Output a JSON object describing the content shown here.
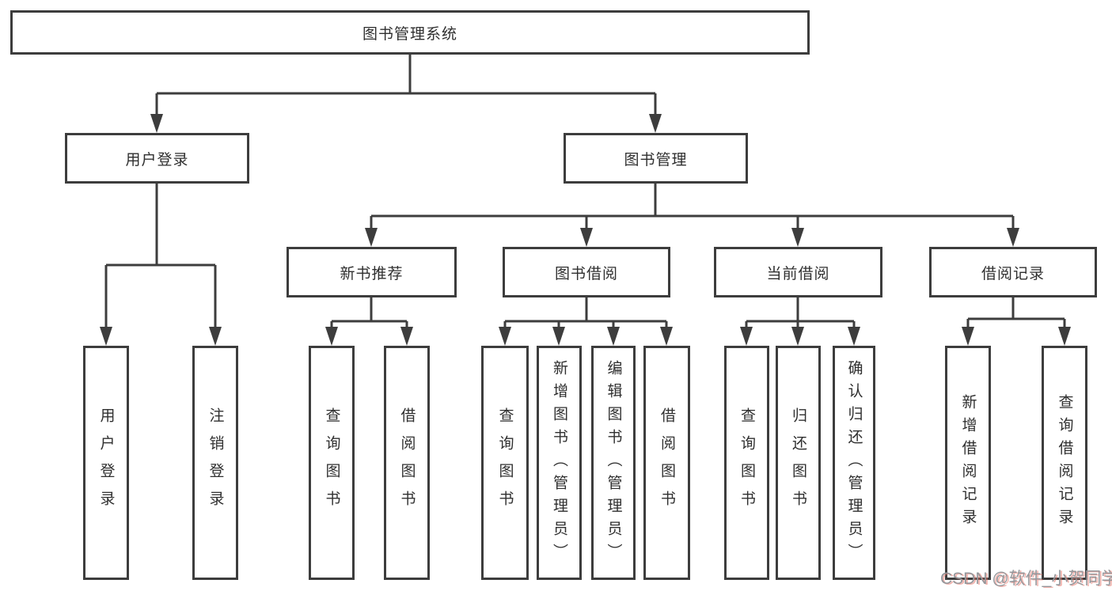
{
  "title": "图书管理系统",
  "colors": {
    "line": "#3d3d3d",
    "text": "#2f2f2f",
    "background": "#ffffff",
    "watermark_gray": "#95979b",
    "watermark_accent": "#e8756a"
  },
  "nodes": {
    "root": "图书管理系统",
    "user_login": "用户登录",
    "book_mgmt": "图书管理",
    "new_book_rec": "新书推荐",
    "book_borrow": "图书借阅",
    "current_borrow": "当前借阅",
    "borrow_record": "借阅记录",
    "leaf_user_login": "用户登录",
    "leaf_logout": "注销登录",
    "leaf_query_book_rec": "查询图书",
    "leaf_borrow_book_rec": "借阅图书",
    "leaf_query_book_borrow": "查询图书",
    "leaf_add_book_admin": "新增图书（管理员）",
    "leaf_edit_book_admin": "编辑图书（管理员）",
    "leaf_borrow_book_borrow": "借阅图书",
    "leaf_query_book_current": "查询图书",
    "leaf_return_book": "归还图书",
    "leaf_confirm_return_admin": "确认归还（管理员）",
    "leaf_add_borrow_record": "新增借阅记录",
    "leaf_query_borrow_record": "查询借阅记录"
  },
  "hierarchy": {
    "图书管理系统": [
      "用户登录",
      "图书管理"
    ],
    "用户登录": [
      "用户登录",
      "注销登录"
    ],
    "图书管理": [
      "新书推荐",
      "图书借阅",
      "当前借阅",
      "借阅记录"
    ],
    "新书推荐": [
      "查询图书",
      "借阅图书"
    ],
    "图书借阅": [
      "查询图书",
      "新增图书（管理员）",
      "编辑图书（管理员）",
      "借阅图书"
    ],
    "当前借阅": [
      "查询图书",
      "归还图书",
      "确认归还（管理员）"
    ],
    "借阅记录": [
      "新增借阅记录",
      "查询借阅记录"
    ]
  },
  "watermark": {
    "text": "CSDN @软件_小贺同学"
  }
}
